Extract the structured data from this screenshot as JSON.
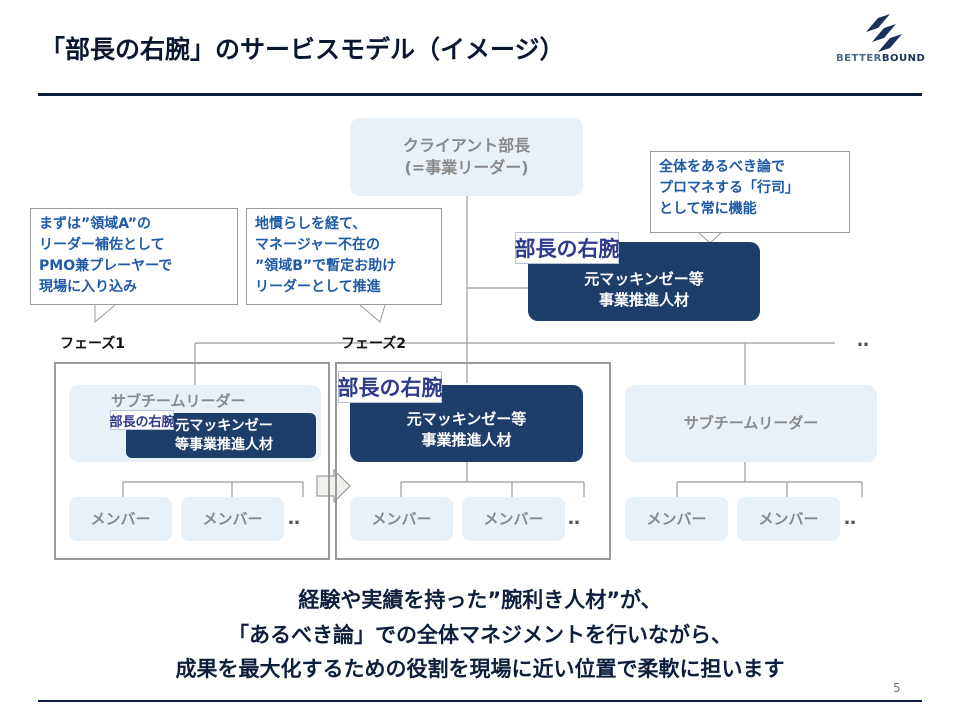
{
  "title": "「部長の右腕」のサービスモデル（イメージ）",
  "logo": {
    "word1": "BETTER",
    "word2": "BOUND"
  },
  "brand_mark": "部長の右腕",
  "client": {
    "line1": "クライアント部長",
    "line2": "(=事業リーダー)"
  },
  "callouts": {
    "right": [
      "全体をあるべき論で",
      "プロマネする「行司」",
      "として常に機能"
    ],
    "phase1": [
      "まずは”領域A”の",
      "リーダー補佐として",
      "PMO兼プレーヤーで",
      "現場に入り込み"
    ],
    "phase2": [
      "地慣らしを経て、",
      "マネージャー不在の",
      "”領域B”で暫定お助け",
      "リーダーとして推進"
    ]
  },
  "main_talent": {
    "line1": "元マッキンゼー等",
    "line2": "事業推進人材"
  },
  "phases": {
    "p1": "フェーズ1",
    "p2": "フェーズ2"
  },
  "phase1": {
    "subleader": "サブチームリーダー",
    "talent_line1": "元マッキンゼー",
    "talent_line2": "等事業推進人材"
  },
  "phase2": {
    "talent_line1": "元マッキンゼー等",
    "talent_line2": "事業推進人材"
  },
  "team3": {
    "subleader": "サブチームリーダー"
  },
  "member_label": "メンバー",
  "ellipsis": "‥",
  "caption": [
    "経験や実績を持った”腕利き人材”が、",
    "「あるべき論」での全体マネジメントを行いながら、",
    "成果を最大化するための役割を現場に近い位置で柔軟に担います"
  ],
  "page_number": "5",
  "colors": {
    "navy": "#1e3e6a",
    "pale_box": "#e9f1f8",
    "callout_text": "#1f5aa6"
  }
}
